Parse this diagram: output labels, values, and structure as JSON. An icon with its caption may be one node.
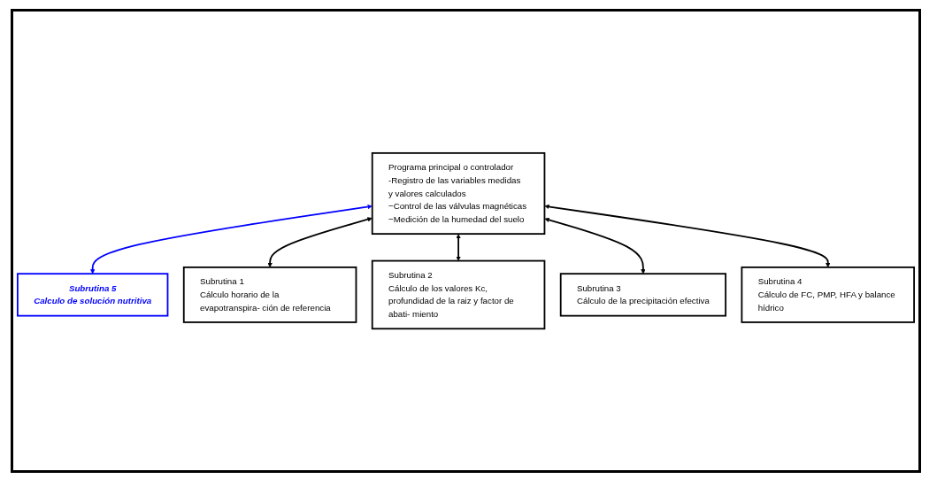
{
  "diagram": {
    "nodes": [
      {
        "text": [
          "Programa principal o controlador",
          "-Registro de las variables medidas y valores calculados",
          "−Control de las válvulas magnéticas",
          "−Medición de la humedad del suelo"
        ]
      },
      {
        "text": [
          "Subrutina 5",
          "Calculo de solución nutritiva"
        ]
      },
      {
        "text": [
          "Subrutina 1",
          "Cálculo horario de la evapotranspira- ción de referencia"
        ]
      },
      {
        "text": [
          "Subrutina 2",
          "Cálculo de los valores Kc, profundidad de la raiz y factor de abati- miento"
        ]
      },
      {
        "text": [
          "Subrutina 3",
          "Cálculo de la precipitación efectiva"
        ]
      },
      {
        "text": [
          "Subrutina 4",
          "Cálculo de FC, PMP, HFA y balance hídrico"
        ]
      }
    ],
    "edges": [
      {
        "from": 0,
        "to": 1,
        "arrow": "both",
        "color": "#0000ff"
      },
      {
        "from": 0,
        "to": 2,
        "arrow": "both"
      },
      {
        "from": 0,
        "to": 3,
        "arrow": "both"
      },
      {
        "from": 0,
        "to": 4,
        "arrow": "both"
      },
      {
        "from": 0,
        "to": 5,
        "arrow": "both"
      }
    ]
  }
}
